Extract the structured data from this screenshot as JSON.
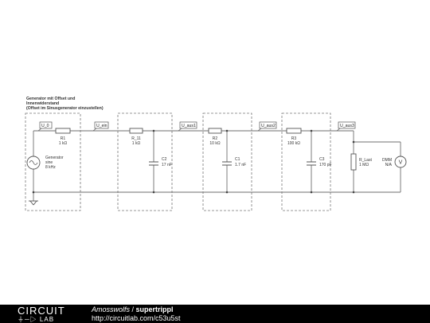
{
  "diagram": {
    "note_lines": [
      "Generator mit Offset und",
      "Innenwiderstand",
      "(Offset im Sinusgenerator einzustellen)"
    ],
    "nodes": [
      "U_0",
      "U_ein",
      "U_aus1",
      "U_aus2",
      "U_aus3"
    ],
    "resistors": [
      {
        "name": "R1",
        "value": "1 kΩ"
      },
      {
        "name": "R_11",
        "value": "1 kΩ"
      },
      {
        "name": "R2",
        "value": "10 kΩ"
      },
      {
        "name": "R3",
        "value": "100 kΩ"
      }
    ],
    "capacitors": [
      {
        "name": "C2",
        "value": "17 nF"
      },
      {
        "name": "C1",
        "value": "1.7 nF"
      },
      {
        "name": "C3",
        "value": "170 pF"
      }
    ],
    "generator": {
      "name": "Generator",
      "type": "sine",
      "freq": "8 kHz"
    },
    "load": {
      "name": "R_Last",
      "value": "1 MΩ"
    },
    "meter": {
      "name": "DMM",
      "reading": "N/A",
      "symbol": "V"
    }
  },
  "footer": {
    "logo_top": "CIRCUIT",
    "logo_bottom": "LAB",
    "author": "Amosswolfs",
    "separator": " / ",
    "title": "supertrippl",
    "url": "http://circuitlab.com/c53u5st"
  },
  "colors": {
    "wire": "#6f6f6f",
    "footer_bg": "#000000",
    "dot": "#444444"
  }
}
